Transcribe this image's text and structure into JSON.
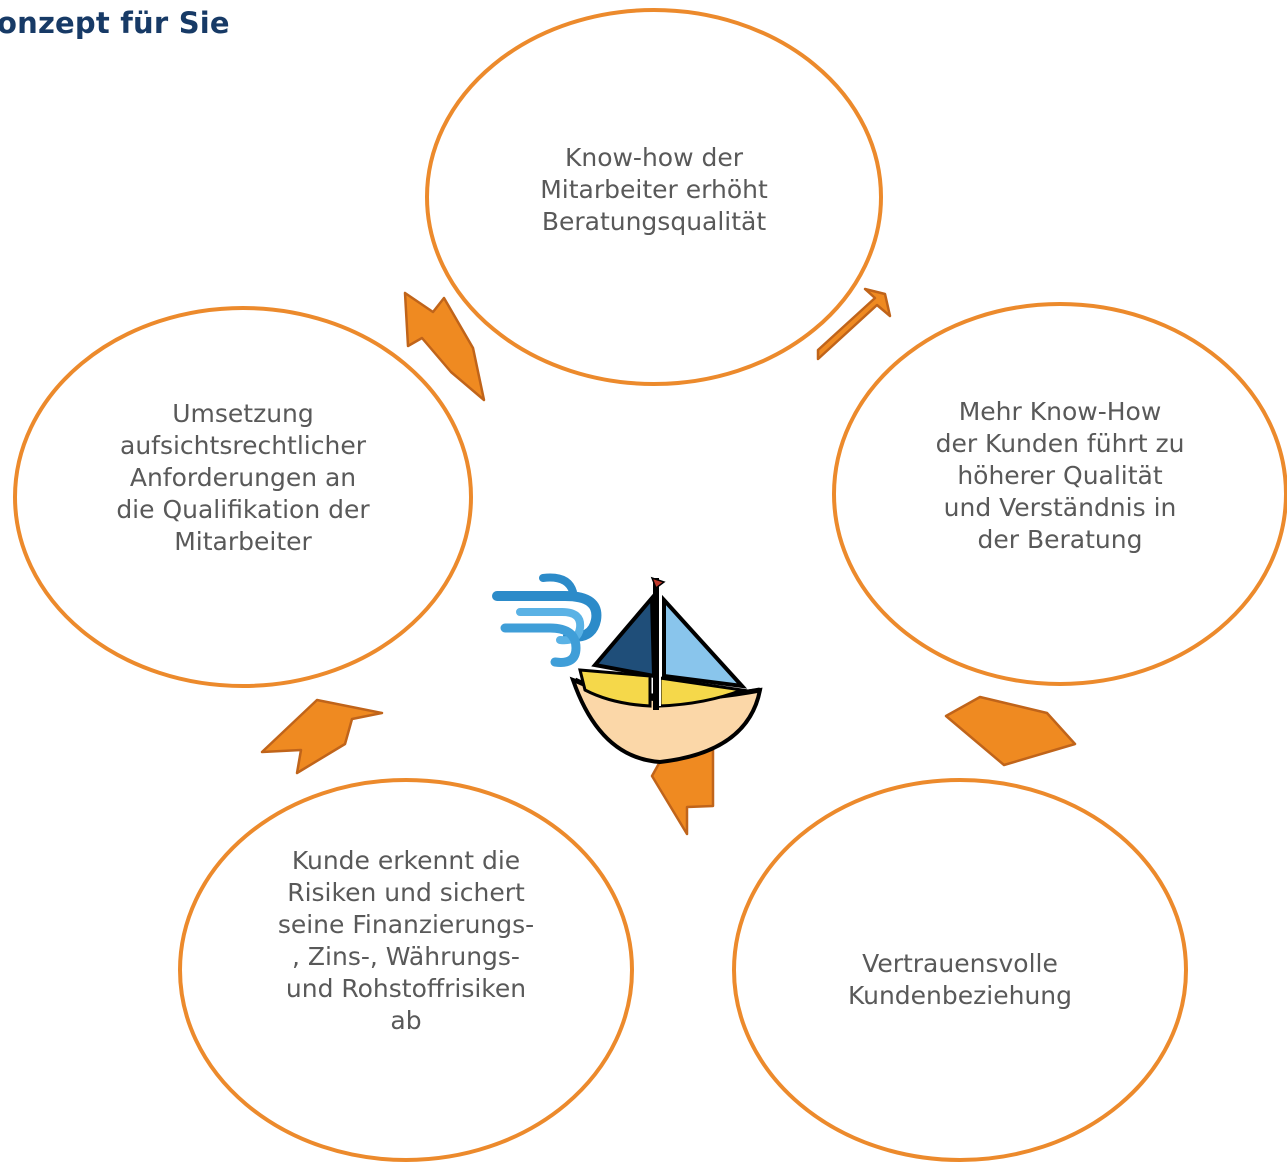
{
  "title": "onzept für Sie",
  "colors": {
    "ring": "#ec8a2c",
    "arrow_fill": "#ef8a21",
    "arrow_edge": "#c0641a",
    "text": "#595959",
    "title": "#173a66"
  },
  "nodes": [
    {
      "id": "know-how-mitarbeiter",
      "lines": [
        "Know-how der",
        "Mitarbeiter erhöht",
        "Beratungsqualität"
      ]
    },
    {
      "id": "know-how-kunden",
      "lines": [
        "Mehr Know-How",
        "der Kunden führt zu",
        "höherer Qualität",
        "und Verständnis in",
        "der Beratung"
      ]
    },
    {
      "id": "kundenbeziehung",
      "lines": [
        "Vertrauensvolle",
        "Kundenbeziehung"
      ]
    },
    {
      "id": "risiken",
      "lines": [
        "Kunde erkennt die",
        "Risiken und sichert",
        "seine Finanzierungs-",
        ", Zins-, Währungs-",
        "und Rohstoffrisiken",
        "ab"
      ]
    },
    {
      "id": "aufsicht",
      "lines": [
        "Umsetzung",
        "aufsichtsrechtlicher",
        "Anforderungen an",
        "die Qualifikation der",
        "Mitarbeiter"
      ]
    }
  ],
  "center_icon": "sailboat-with-wind-icon"
}
